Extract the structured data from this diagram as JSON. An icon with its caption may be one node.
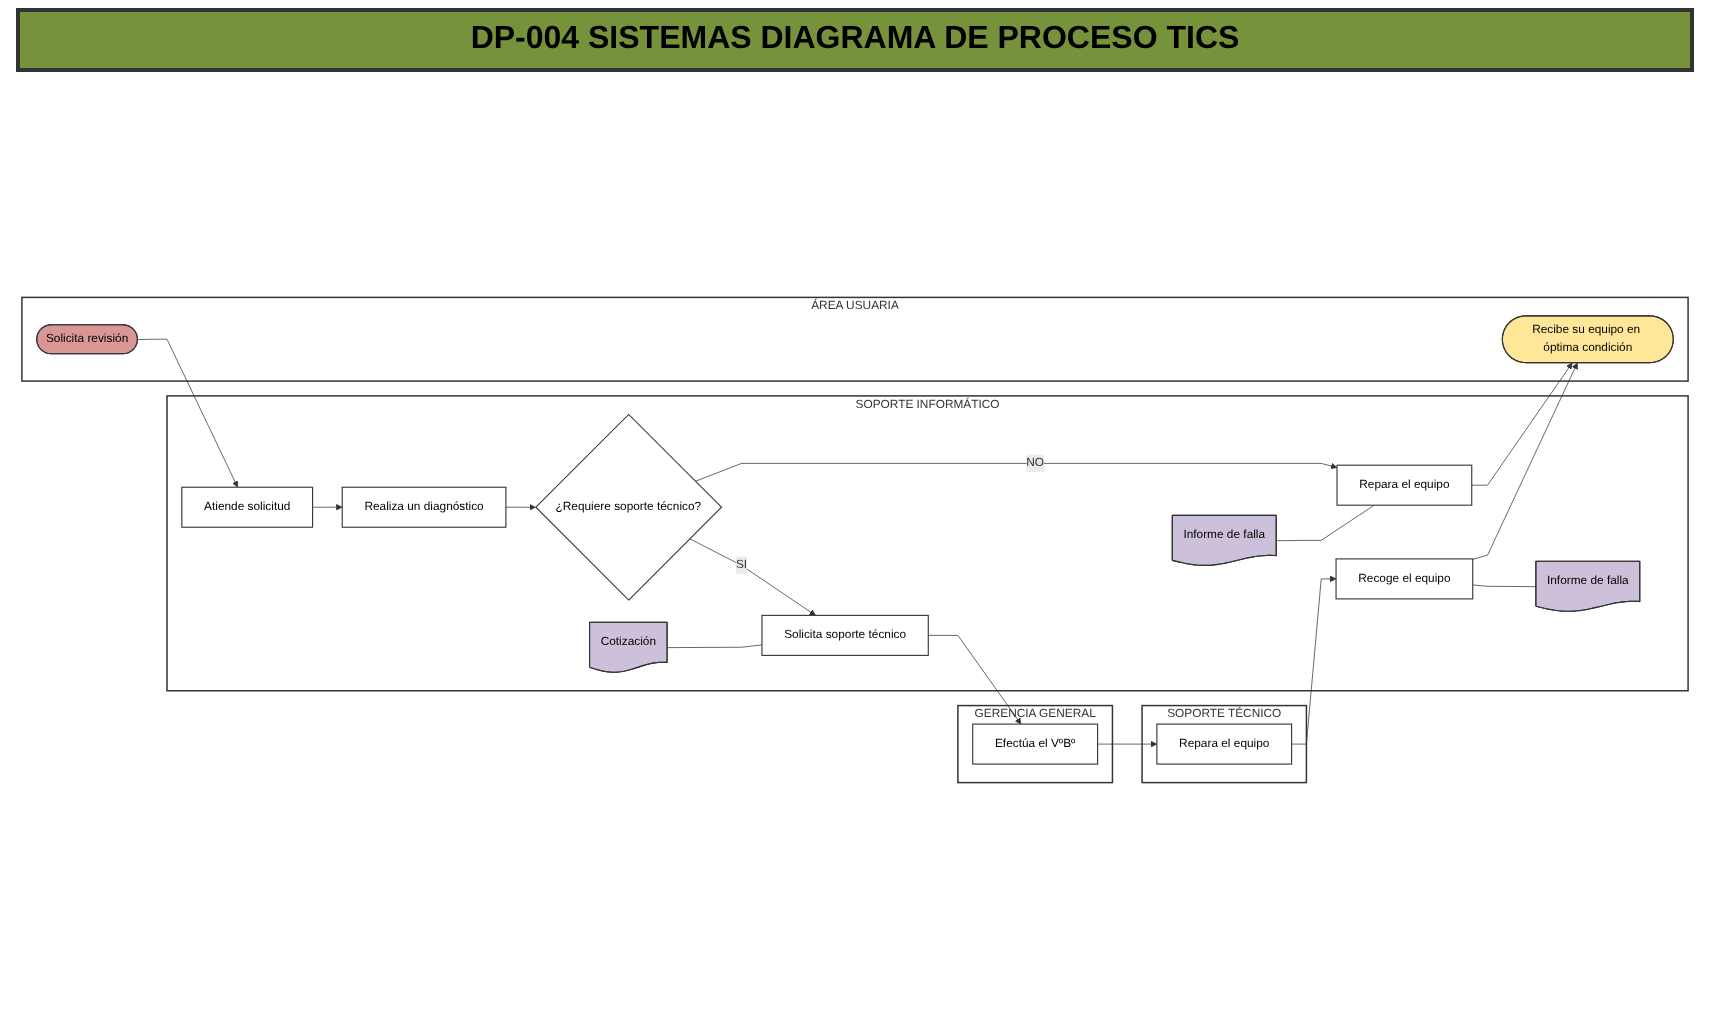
{
  "diagram": {
    "title": "DP-004 SISTEMAS DIAGRAMA DE PROCESO TICS",
    "nodes": [
      {
        "text": [
          "ÁREA USUARIA"
        ]
      },
      {
        "text": [
          "SOPORTE INFORMÁTICO"
        ]
      },
      {
        "text": [
          "GERENCIA GENERAL"
        ]
      },
      {
        "text": [
          "SOPORTE TÉCNICO"
        ]
      },
      {
        "text": [
          "Solicita revisión"
        ],
        "in": 0
      },
      {
        "text": [
          "Atiende solicitud"
        ],
        "in": 1
      },
      {
        "text": [
          "Realiza un diagnóstico"
        ],
        "in": 1
      },
      {
        "text": [
          "¿Requiere soporte técnico?"
        ],
        "in": 1
      },
      {
        "text": [
          "Cotización"
        ],
        "in": 1
      },
      {
        "text": [
          "Solicita soporte técnico"
        ],
        "in": 1
      },
      {
        "text": [
          "Repara el equipo"
        ],
        "in": 1
      },
      {
        "text": [
          "Informe de falla"
        ],
        "in": 1
      },
      {
        "text": [
          "Efectúa el VºBº"
        ],
        "in": 2
      },
      {
        "text": [
          "Repara el equipo"
        ],
        "in": 3
      },
      {
        "text": [
          "Recoge el equipo"
        ],
        "in": 1
      },
      {
        "text": [
          "Informe de falla"
        ],
        "in": 1
      },
      {
        "text": [
          "Recibe su equipo en óptima condición"
        ],
        "in": 0
      }
    ],
    "edges": [
      {
        "from": 4,
        "to": 5,
        "arrow": "to"
      },
      {
        "from": 5,
        "to": 6,
        "arrow": "to"
      },
      {
        "from": 6,
        "to": 7,
        "arrow": "to"
      },
      {
        "from": 7,
        "to": 9,
        "arrow": "to",
        "label": "SI"
      },
      {
        "from": 7,
        "to": 10,
        "arrow": "to",
        "label": "NO"
      },
      {
        "from": 8,
        "to": 9,
        "arrow": "none"
      },
      {
        "from": 9,
        "to": 12,
        "arrow": "to"
      },
      {
        "from": 10,
        "to": 16,
        "arrow": "to"
      },
      {
        "from": 11,
        "to": 10,
        "arrow": "none"
      },
      {
        "from": 12,
        "to": 13,
        "arrow": "to"
      },
      {
        "from": 13,
        "to": 14,
        "arrow": "to"
      },
      {
        "from": 14,
        "to": 16,
        "arrow": "to"
      },
      {
        "from": 14,
        "to": 15,
        "arrow": "none"
      }
    ]
  }
}
